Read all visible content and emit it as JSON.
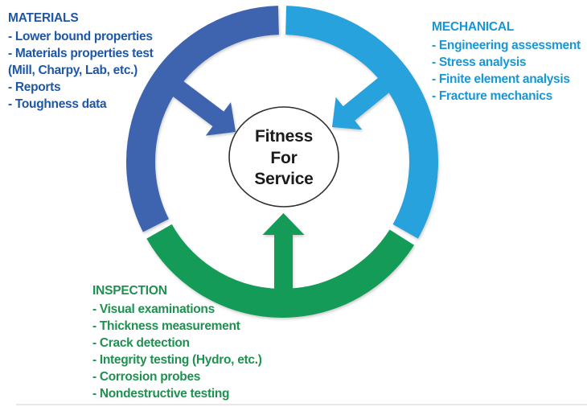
{
  "center": {
    "lines": [
      "Fitness",
      "For",
      "Service"
    ]
  },
  "materials": {
    "heading": "MATERIALS",
    "items": [
      "- Lower bound properties",
      "- Materials properties test",
      "(Mill, Charpy, Lab, etc.)",
      "- Reports",
      "- Toughness data"
    ]
  },
  "mechanical": {
    "heading": "MECHANICAL",
    "items": [
      "- Engineering assessment",
      "- Stress analysis",
      "- Finite element analysis",
      "- Fracture mechanics"
    ]
  },
  "inspection": {
    "heading": "INSPECTION",
    "items": [
      "- Visual examinations",
      "- Thickness measurement",
      "- Crack detection",
      "- Integrity testing (Hydro, etc.)",
      "- Corrosion probes",
      "- Nondestructive testing"
    ]
  },
  "colors": {
    "ring_materials": "#3F64AF",
    "ring_mechanical": "#27A2DD",
    "ring_inspection": "#149B57",
    "materials_text": "#1E57A6",
    "mechanical_text": "#1897D6",
    "inspection_text": "#1E9150",
    "center_text": "#1B1B1B",
    "circle_stroke": "#2F2F2F",
    "divider": "#E7E7E7"
  }
}
